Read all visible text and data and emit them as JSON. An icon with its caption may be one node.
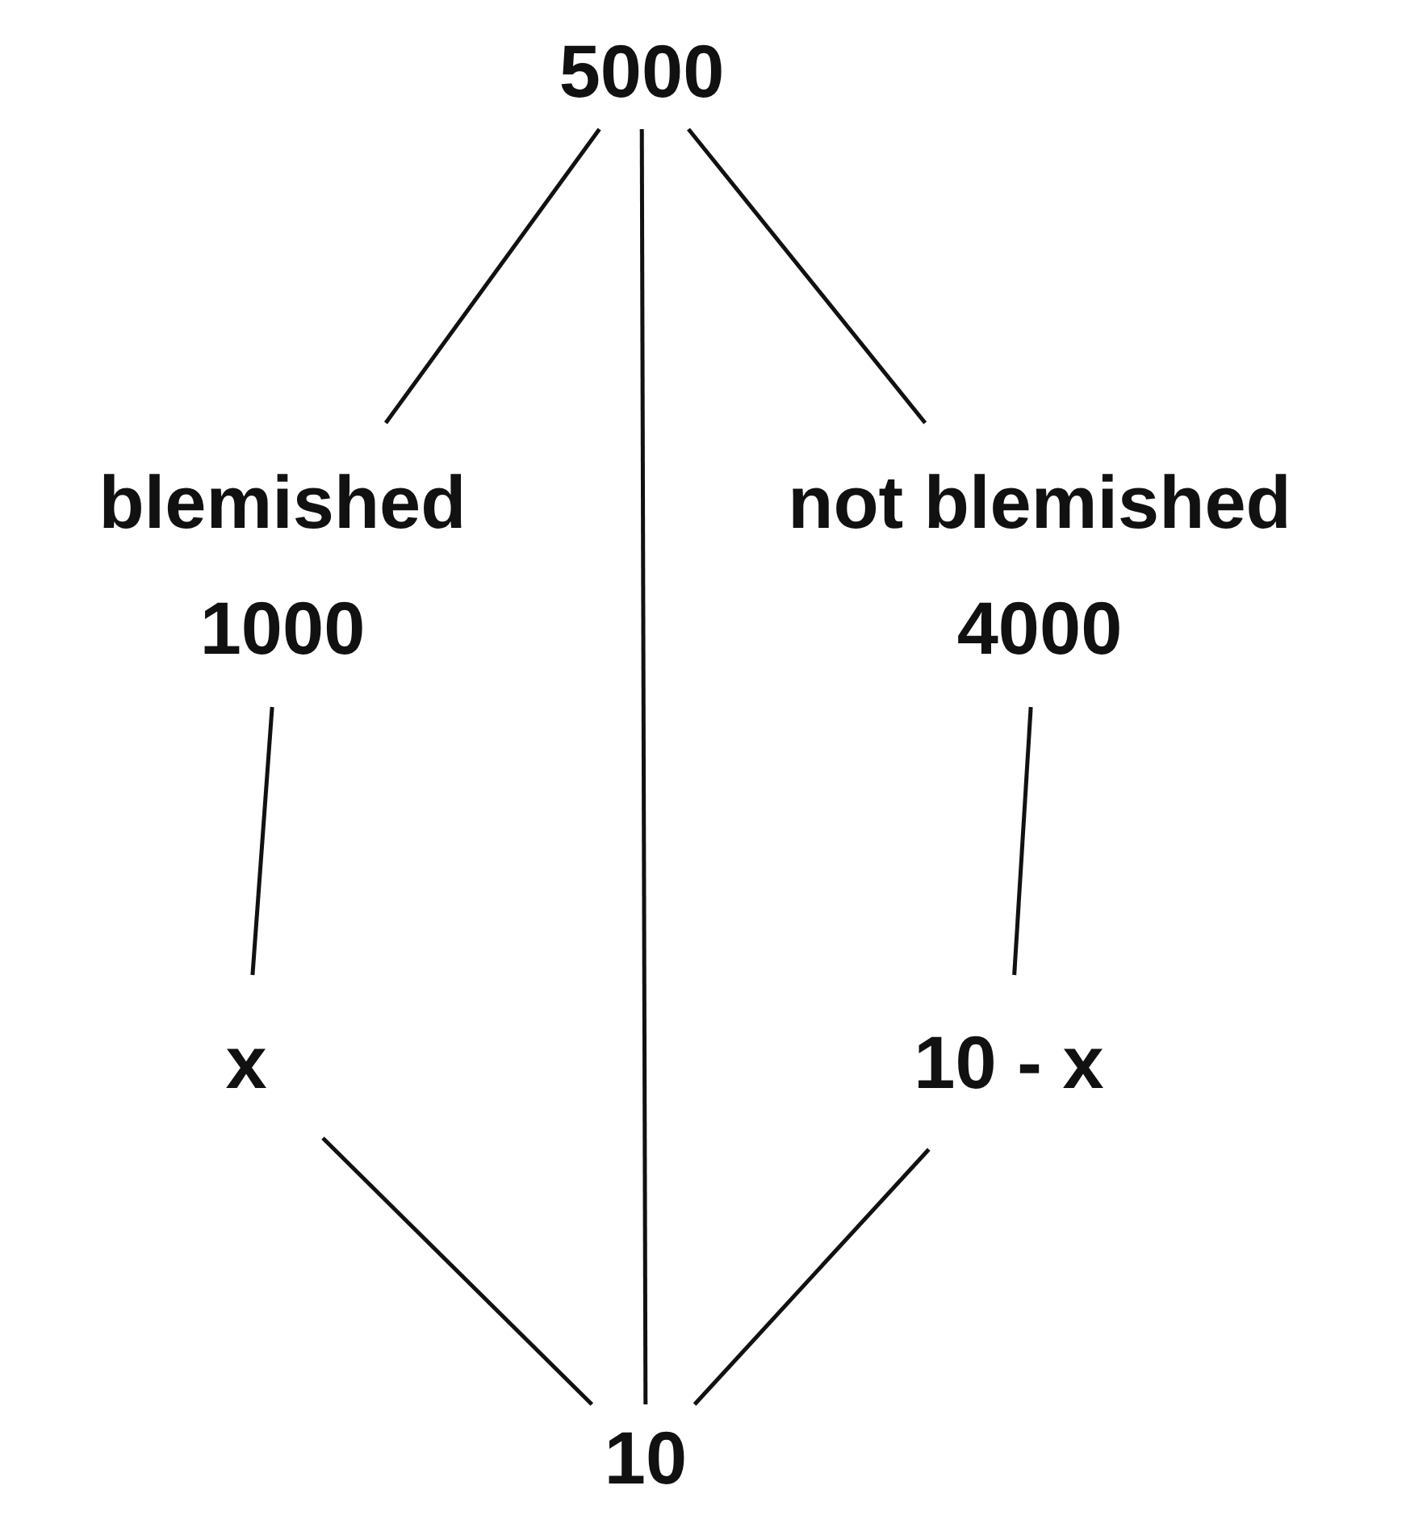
{
  "diagram": {
    "nodes": [
      {
        "text": [
          "5000"
        ]
      },
      {
        "text": [
          "blemished",
          "1000"
        ]
      },
      {
        "text": [
          "not blemished",
          "4000"
        ]
      },
      {
        "text": [
          "x"
        ]
      },
      {
        "text": [
          "10 - x"
        ]
      },
      {
        "text": [
          "10"
        ]
      }
    ],
    "edges": [
      {
        "from": 0,
        "to": 1,
        "arrow": "none"
      },
      {
        "from": 0,
        "to": 5,
        "arrow": "none"
      },
      {
        "from": 0,
        "to": 2,
        "arrow": "none"
      },
      {
        "from": 1,
        "to": 3,
        "arrow": "none"
      },
      {
        "from": 2,
        "to": 4,
        "arrow": "none"
      },
      {
        "from": 3,
        "to": 5,
        "arrow": "none"
      },
      {
        "from": 4,
        "to": 5,
        "arrow": "none"
      }
    ]
  }
}
